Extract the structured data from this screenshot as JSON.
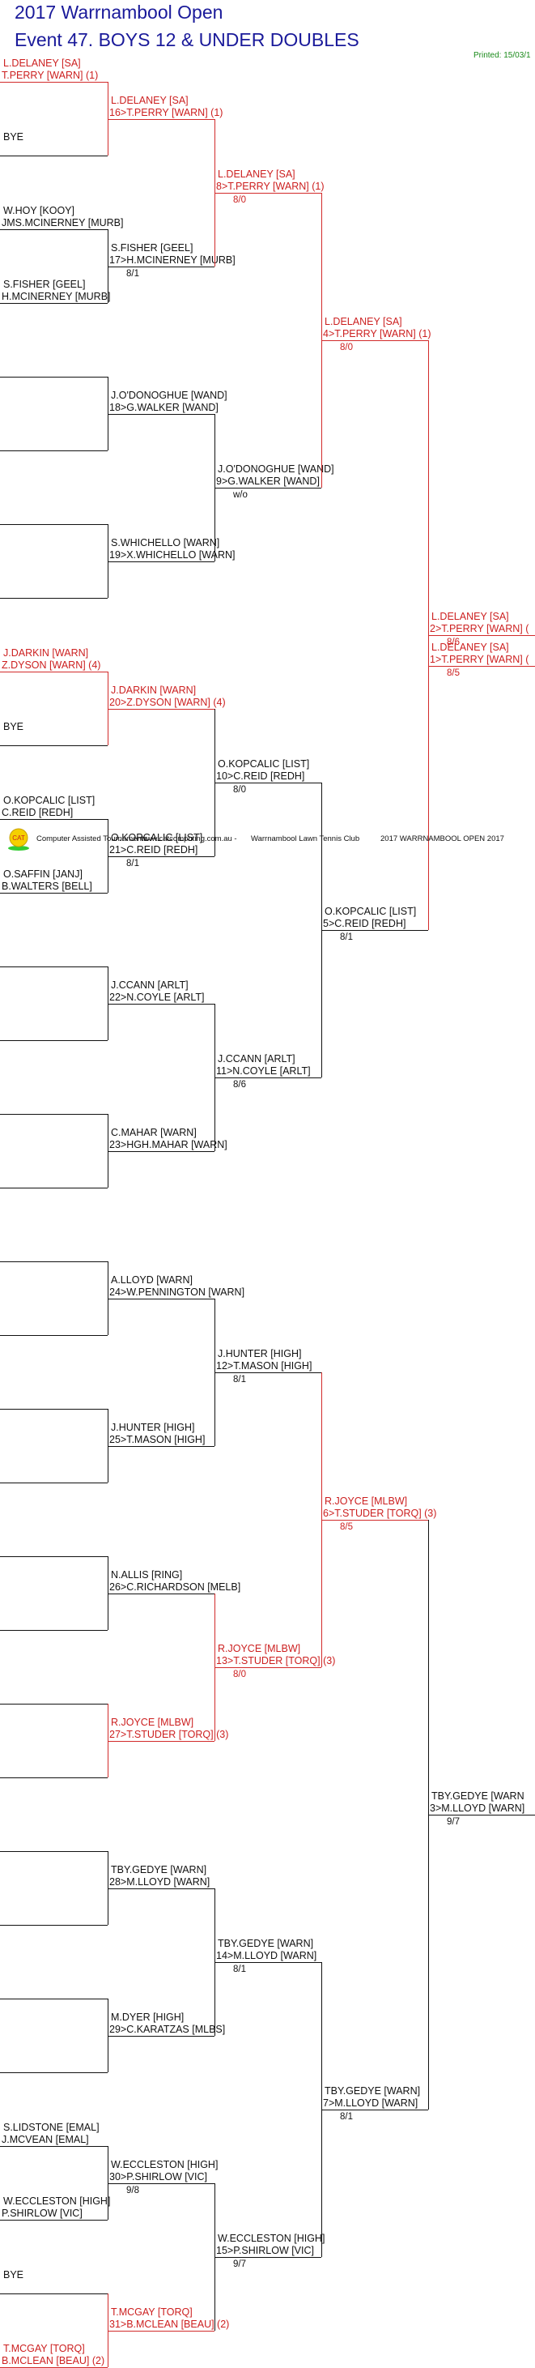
{
  "header": {
    "title": "2017 Warrnambool Open",
    "event": "Event 47. BOYS 12 & UNDER DOUBLES",
    "printed": "Printed: 15/03/1"
  },
  "logo": {
    "badge": "CAT",
    "system": "Computer Assisted Tournaments",
    "site": "- www.catcomputing.com.au -",
    "club": "Warrnambool Lawn Tennis Club",
    "event_name": "2017 WARRNAMBOOL OPEN 2017"
  },
  "colors": {
    "seeded": "#cc1f1f",
    "normal": "#111111",
    "title": "#1a1a9a",
    "printed": "#1a8a1a"
  },
  "round1": [
    {
      "l1": "L.DELANEY [SA]",
      "l2": "T.PERRY [WARN] (1)",
      "seed": true
    },
    {
      "l1": "BYE",
      "l2": "",
      "seed": false
    },
    {
      "l1": "W.HOY [KOOY]",
      "l2": "JMS.MCINERNEY [MURB]",
      "seed": false
    },
    {
      "l1": "S.FISHER [GEEL]",
      "l2": "H.MCINERNEY [MURB]",
      "seed": false
    },
    {
      "l1": "",
      "l2": "",
      "seed": false
    },
    {
      "l1": "",
      "l2": "",
      "seed": false
    },
    {
      "l1": "",
      "l2": "",
      "seed": false
    },
    {
      "l1": "",
      "l2": "",
      "seed": false
    },
    {
      "l1": "J.DARKIN [WARN]",
      "l2": "Z.DYSON [WARN] (4)",
      "seed": true
    },
    {
      "l1": "BYE",
      "l2": "",
      "seed": false
    },
    {
      "l1": "O.KOPCALIC [LIST]",
      "l2": "C.REID [REDH]",
      "seed": false
    },
    {
      "l1": "O.SAFFIN [JANJ]",
      "l2": "B.WALTERS [BELL]",
      "seed": false
    },
    {
      "l1": "",
      "l2": "",
      "seed": false
    },
    {
      "l1": "",
      "l2": "",
      "seed": false
    },
    {
      "l1": "",
      "l2": "",
      "seed": false
    },
    {
      "l1": "",
      "l2": "",
      "seed": false
    },
    {
      "l1": "",
      "l2": "",
      "seed": false
    },
    {
      "l1": "",
      "l2": "",
      "seed": false
    },
    {
      "l1": "",
      "l2": "",
      "seed": false
    },
    {
      "l1": "",
      "l2": "",
      "seed": false
    },
    {
      "l1": "",
      "l2": "",
      "seed": false
    },
    {
      "l1": "",
      "l2": "",
      "seed": false
    },
    {
      "l1": "",
      "l2": "",
      "seed": false
    },
    {
      "l1": "",
      "l2": "",
      "seed": false
    },
    {
      "l1": "",
      "l2": "",
      "seed": false
    },
    {
      "l1": "",
      "l2": "",
      "seed": false
    },
    {
      "l1": "",
      "l2": "",
      "seed": false
    },
    {
      "l1": "",
      "l2": "",
      "seed": false
    },
    {
      "l1": "S.LIDSTONE [EMAL]",
      "l2": "J.MCVEAN [EMAL]",
      "seed": false
    },
    {
      "l1": "W.ECCLESTON [HIGH]",
      "l2": "P.SHIRLOW [VIC]",
      "seed": false
    },
    {
      "l1": "BYE",
      "l2": "",
      "seed": false
    },
    {
      "l1": "T.MCGAY [TORQ]",
      "l2": "B.MCLEAN [BEAU] (2)",
      "seed": true
    }
  ],
  "round2": [
    {
      "l1": "L.DELANEY [SA]",
      "l2": "16>T.PERRY [WARN] (1)",
      "score": "",
      "seed": true
    },
    {
      "l1": "S.FISHER [GEEL]",
      "l2": "17>H.MCINERNEY [MURB]",
      "score": "8/1",
      "seed": false
    },
    {
      "l1": "J.O'DONOGHUE [WAND]",
      "l2": "18>G.WALKER [WAND]",
      "score": "",
      "seed": false
    },
    {
      "l1": "S.WHICHELLO [WARN]",
      "l2": "19>X.WHICHELLO [WARN]",
      "score": "",
      "seed": false
    },
    {
      "l1": "J.DARKIN [WARN]",
      "l2": "20>Z.DYSON [WARN] (4)",
      "score": "",
      "seed": true
    },
    {
      "l1": "O.KOPCALIC [LIST]",
      "l2": "21>C.REID [REDH]",
      "score": "8/1",
      "seed": false
    },
    {
      "l1": "J.CCANN [ARLT]",
      "l2": "22>N.COYLE [ARLT]",
      "score": "",
      "seed": false
    },
    {
      "l1": "C.MAHAR [WARN]",
      "l2": "23>HGH.MAHAR [WARN]",
      "score": "",
      "seed": false
    },
    {
      "l1": "A.LLOYD [WARN]",
      "l2": "24>W.PENNINGTON [WARN]",
      "score": "",
      "seed": false
    },
    {
      "l1": "J.HUNTER [HIGH]",
      "l2": "25>T.MASON [HIGH]",
      "score": "",
      "seed": false
    },
    {
      "l1": "N.ALLIS [RING]",
      "l2": "26>C.RICHARDSON [MELB]",
      "score": "",
      "seed": false
    },
    {
      "l1": "R.JOYCE [MLBW]",
      "l2": "27>T.STUDER [TORQ] (3)",
      "score": "",
      "seed": true
    },
    {
      "l1": "TBY.GEDYE [WARN]",
      "l2": "28>M.LLOYD [WARN]",
      "score": "",
      "seed": false
    },
    {
      "l1": "M.DYER [HIGH]",
      "l2": "29>C.KARATZAS [MLBS]",
      "score": "",
      "seed": false
    },
    {
      "l1": "W.ECCLESTON [HIGH]",
      "l2": "30>P.SHIRLOW [VIC]",
      "score": "9/8",
      "seed": false
    },
    {
      "l1": "T.MCGAY [TORQ]",
      "l2": "31>B.MCLEAN [BEAU] (2)",
      "score": "",
      "seed": true
    }
  ],
  "round3": [
    {
      "l1": "L.DELANEY [SA]",
      "l2": "8>T.PERRY [WARN] (1)",
      "score": "8/0",
      "seed": true
    },
    {
      "l1": "J.O'DONOGHUE [WAND]",
      "l2": "9>G.WALKER [WAND]",
      "score": "w/o",
      "seed": false
    },
    {
      "l1": "O.KOPCALIC [LIST]",
      "l2": "10>C.REID [REDH]",
      "score": "8/0",
      "seed": false
    },
    {
      "l1": "J.CCANN [ARLT]",
      "l2": "11>N.COYLE [ARLT]",
      "score": "8/6",
      "seed": false
    },
    {
      "l1": "J.HUNTER [HIGH]",
      "l2": "12>T.MASON [HIGH]",
      "score": "8/1",
      "seed": false
    },
    {
      "l1": "R.JOYCE [MLBW]",
      "l2": "13>T.STUDER [TORQ] (3)",
      "score": "8/0",
      "seed": true
    },
    {
      "l1": "TBY.GEDYE [WARN]",
      "l2": "14>M.LLOYD [WARN]",
      "score": "8/1",
      "seed": false
    },
    {
      "l1": "W.ECCLESTON [HIGH]",
      "l2": "15>P.SHIRLOW [VIC]",
      "score": "9/7",
      "seed": false
    }
  ],
  "round4": [
    {
      "l1": "L.DELANEY [SA]",
      "l2": "4>T.PERRY [WARN] (1)",
      "score": "8/0",
      "seed": true
    },
    {
      "l1": "O.KOPCALIC [LIST]",
      "l2": "5>C.REID [REDH]",
      "score": "8/1",
      "seed": false
    },
    {
      "l1": "R.JOYCE [MLBW]",
      "l2": "6>T.STUDER [TORQ] (3)",
      "score": "8/5",
      "seed": true
    },
    {
      "l1": "TBY.GEDYE [WARN]",
      "l2": "7>M.LLOYD [WARN]",
      "score": "8/1",
      "seed": false
    }
  ],
  "round5": [
    {
      "l1": "L.DELANEY [SA]",
      "l2": "2>T.PERRY [WARN] (",
      "score": "8/6",
      "seed": true
    },
    {
      "l1": "TBY.GEDYE [WARN",
      "l2": "3>M.LLOYD [WARN]",
      "score": "9/7",
      "seed": false
    }
  ],
  "round6": [
    {
      "l1": "L.DELANEY [SA]",
      "l2": "1>T.PERRY [WARN] (",
      "score": "8/5",
      "seed": true
    }
  ]
}
